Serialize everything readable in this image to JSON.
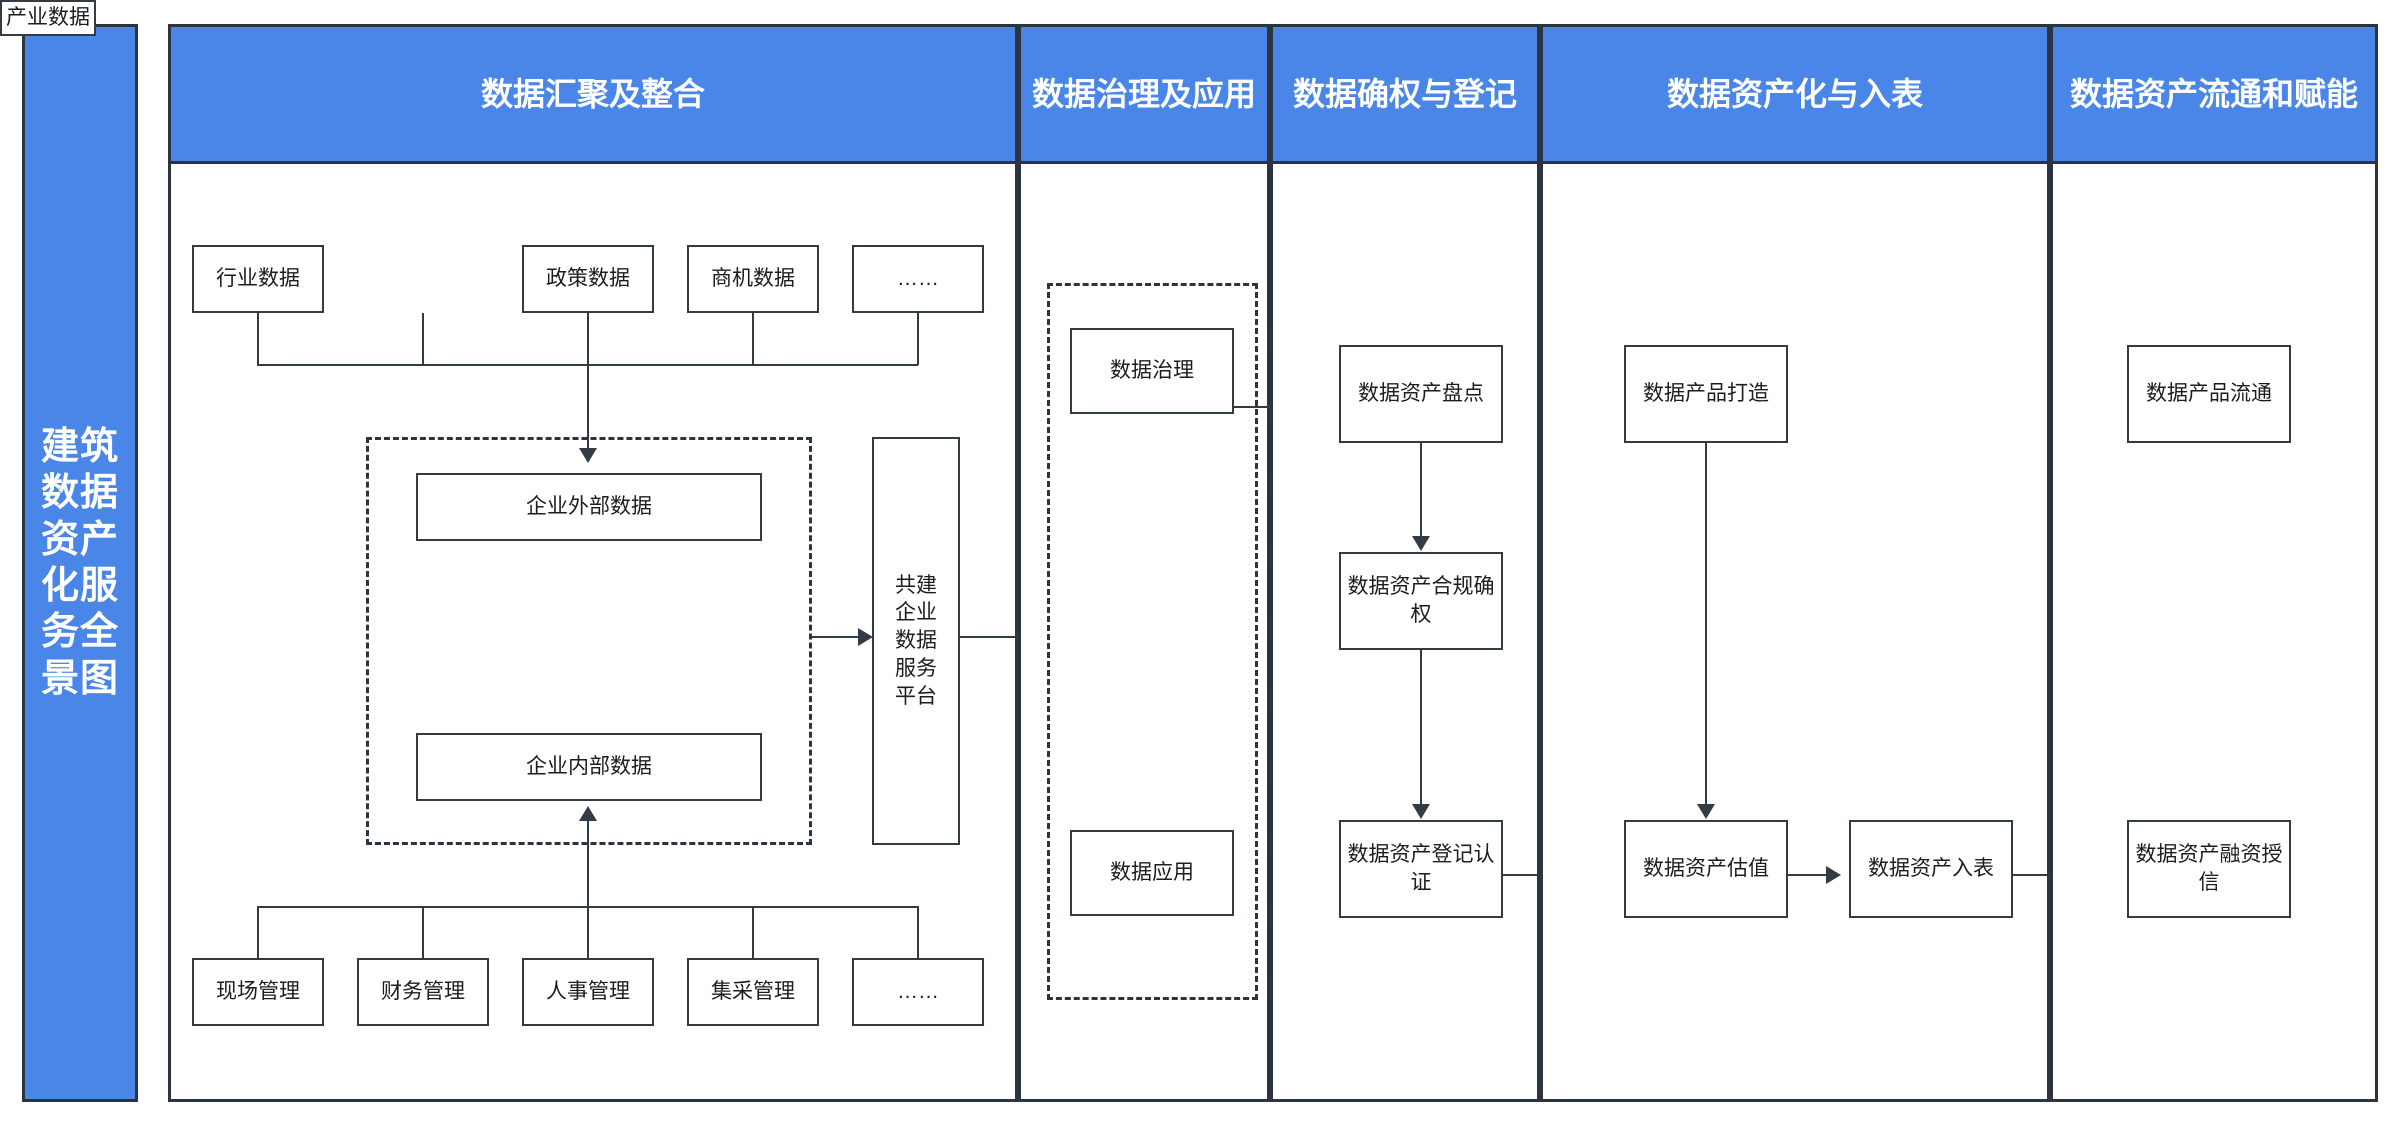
{
  "theme": {
    "header_bg": "#4a86e8",
    "header_text": "#ffffff",
    "frame_border": "#2b3440",
    "node_border": "#333b45",
    "canvas": "#ffffff"
  },
  "sidebar": {
    "title": "建筑数据资产化服务全景图"
  },
  "columns": [
    {
      "id": "col-aggregation",
      "header": "数据汇聚及整合"
    },
    {
      "id": "col-governance",
      "header": "数据治理及应用"
    },
    {
      "id": "col-rights",
      "header": "数据确权与登记"
    },
    {
      "id": "col-assetization",
      "header": "数据资产化与入表"
    },
    {
      "id": "col-circulation",
      "header": "数据资产流通和赋能"
    }
  ],
  "aggregation": {
    "external_sources": [
      {
        "id": "industry-data",
        "label": "行业数据"
      },
      {
        "id": "sector-data",
        "label": "产业数据"
      },
      {
        "id": "policy-data",
        "label": "政策数据"
      },
      {
        "id": "opportunity-data",
        "label": "商机数据"
      },
      {
        "id": "external-more",
        "label": "……"
      }
    ],
    "internal_sources": [
      {
        "id": "site-management",
        "label": "现场管理"
      },
      {
        "id": "finance-management",
        "label": "财务管理"
      },
      {
        "id": "hr-management",
        "label": "人事管理"
      },
      {
        "id": "procurement-management",
        "label": "集采管理"
      },
      {
        "id": "internal-more",
        "label": "……"
      }
    ],
    "external_group": "企业外部数据",
    "internal_group": "企业内部数据",
    "platform": "共建企业数据服务平台"
  },
  "governance": {
    "items": [
      {
        "id": "data-governance",
        "label": "数据治理"
      },
      {
        "id": "data-application",
        "label": "数据应用"
      }
    ]
  },
  "rights": {
    "items": [
      {
        "id": "asset-inventory",
        "label": "数据资产盘点"
      },
      {
        "id": "asset-compliance",
        "label": "数据资产合规确权"
      },
      {
        "id": "asset-registration",
        "label": "数据资产登记认证"
      }
    ]
  },
  "assetization": {
    "items": [
      {
        "id": "product-creation",
        "label": "数据产品打造"
      },
      {
        "id": "asset-valuation",
        "label": "数据资产估值"
      },
      {
        "id": "asset-onbooks",
        "label": "数据资产入表"
      }
    ]
  },
  "circulation": {
    "items": [
      {
        "id": "product-circulation",
        "label": "数据产品流通"
      },
      {
        "id": "asset-financing",
        "label": "数据资产融资授信"
      }
    ]
  }
}
